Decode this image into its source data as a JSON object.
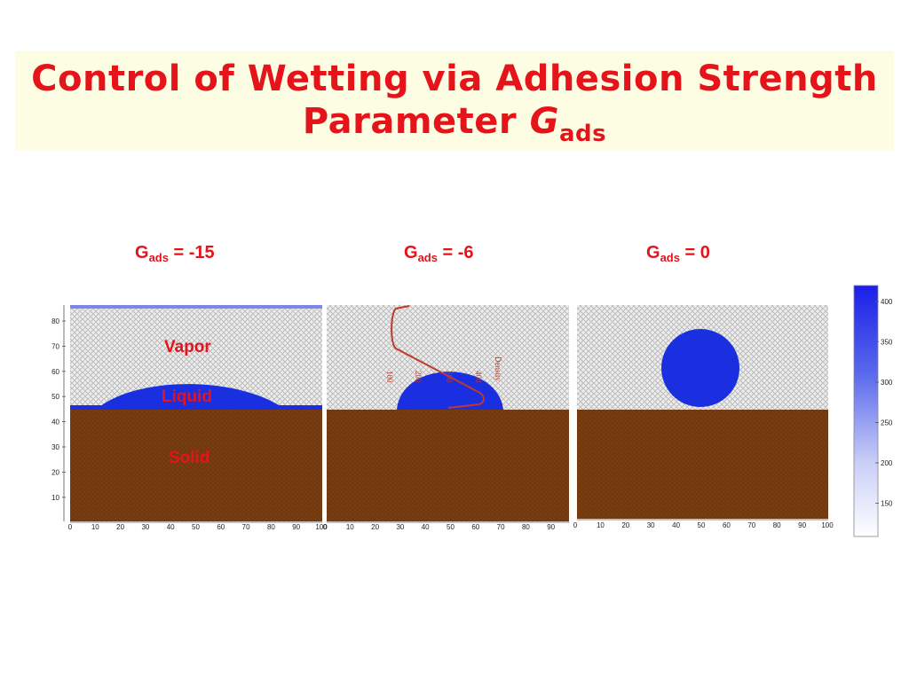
{
  "title": {
    "line1": "Control of Wetting via Adhesion Strength",
    "line2_main": "Parameter ",
    "line2_symbol": "G",
    "line2_sub": "ads"
  },
  "panels": [
    {
      "label_main": "G",
      "label_sub": "ads",
      "label_rest": " = -15"
    },
    {
      "label_main": "G",
      "label_sub": "ads",
      "label_rest": " = -6"
    },
    {
      "label_main": "G",
      "label_sub": "ads",
      "label_rest": " = 0"
    }
  ],
  "regions": {
    "vapor": "Vapor",
    "liquid": "Liquid",
    "solid": "Solid"
  },
  "y_axis": {
    "ticks": [
      "80",
      "70",
      "60",
      "50",
      "40",
      "30",
      "20",
      "10"
    ]
  },
  "x_axis": {
    "panel1": [
      "0",
      "10",
      "20",
      "30",
      "40",
      "50",
      "60",
      "70",
      "80",
      "90",
      "100"
    ],
    "panel2": [
      "0",
      "10",
      "20",
      "30",
      "40",
      "50",
      "60",
      "70",
      "80",
      "90"
    ],
    "panel3": [
      "0",
      "10",
      "20",
      "30",
      "40",
      "50",
      "60",
      "70",
      "80",
      "90",
      "100"
    ]
  },
  "density_inset": {
    "title": "Density",
    "ticks": [
      "100",
      "200",
      "300",
      "400"
    ]
  },
  "colorbar": {
    "ticks": [
      "400",
      "350",
      "300",
      "250",
      "200",
      "150"
    ]
  },
  "colors": {
    "title_red": "#e5141b",
    "title_bg": "#fdfde4",
    "solid": "#7a3e12",
    "liquid": "#1a2fe0",
    "vapor": "#e9e9e9"
  }
}
